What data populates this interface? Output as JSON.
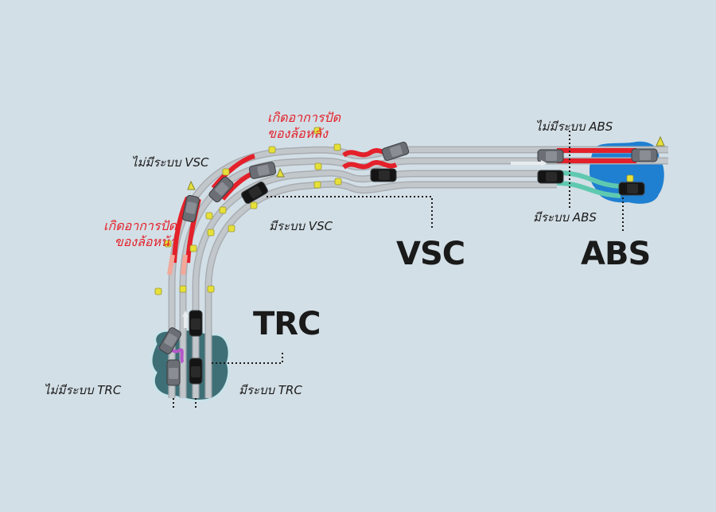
{
  "colors": {
    "background": "#d3dfe6",
    "road": "#c2c7cb",
    "road_edge": "#a9aeb3",
    "skid_red": "#e4202a",
    "skid_pink": "#f2a89a",
    "abs_track": "#5fc9b0",
    "water_blue": "#1f7fd1",
    "water_teal": "#3e6f76",
    "spin_purple": "#b457c9",
    "cone_yellow": "#e6e03a",
    "car_grey": "#6b6f75",
    "car_black": "#141414"
  },
  "labels": {
    "trc_title": "TRC",
    "vsc_title": "VSC",
    "abs_title": "ABS",
    "without_trc": "ไม่มีระบบ TRC",
    "with_trc": "มีระบบ TRC",
    "without_vsc": "ไม่มีระบบ VSC",
    "with_vsc": "มีระบบ VSC",
    "without_abs": "ไม่มีระบบ ABS",
    "with_abs": "มีระบบ ABS",
    "front_skid_line1": "เกิดอาการปัด",
    "front_skid_line2": "ของล้อหน้า",
    "rear_skid_line1": "เกิดอาการปัด",
    "rear_skid_line2": "ของล้อหลัง"
  },
  "icons": [
    "car-icon",
    "traffic-cone-icon",
    "warning-triangle-icon",
    "direction-arrow-icon"
  ]
}
